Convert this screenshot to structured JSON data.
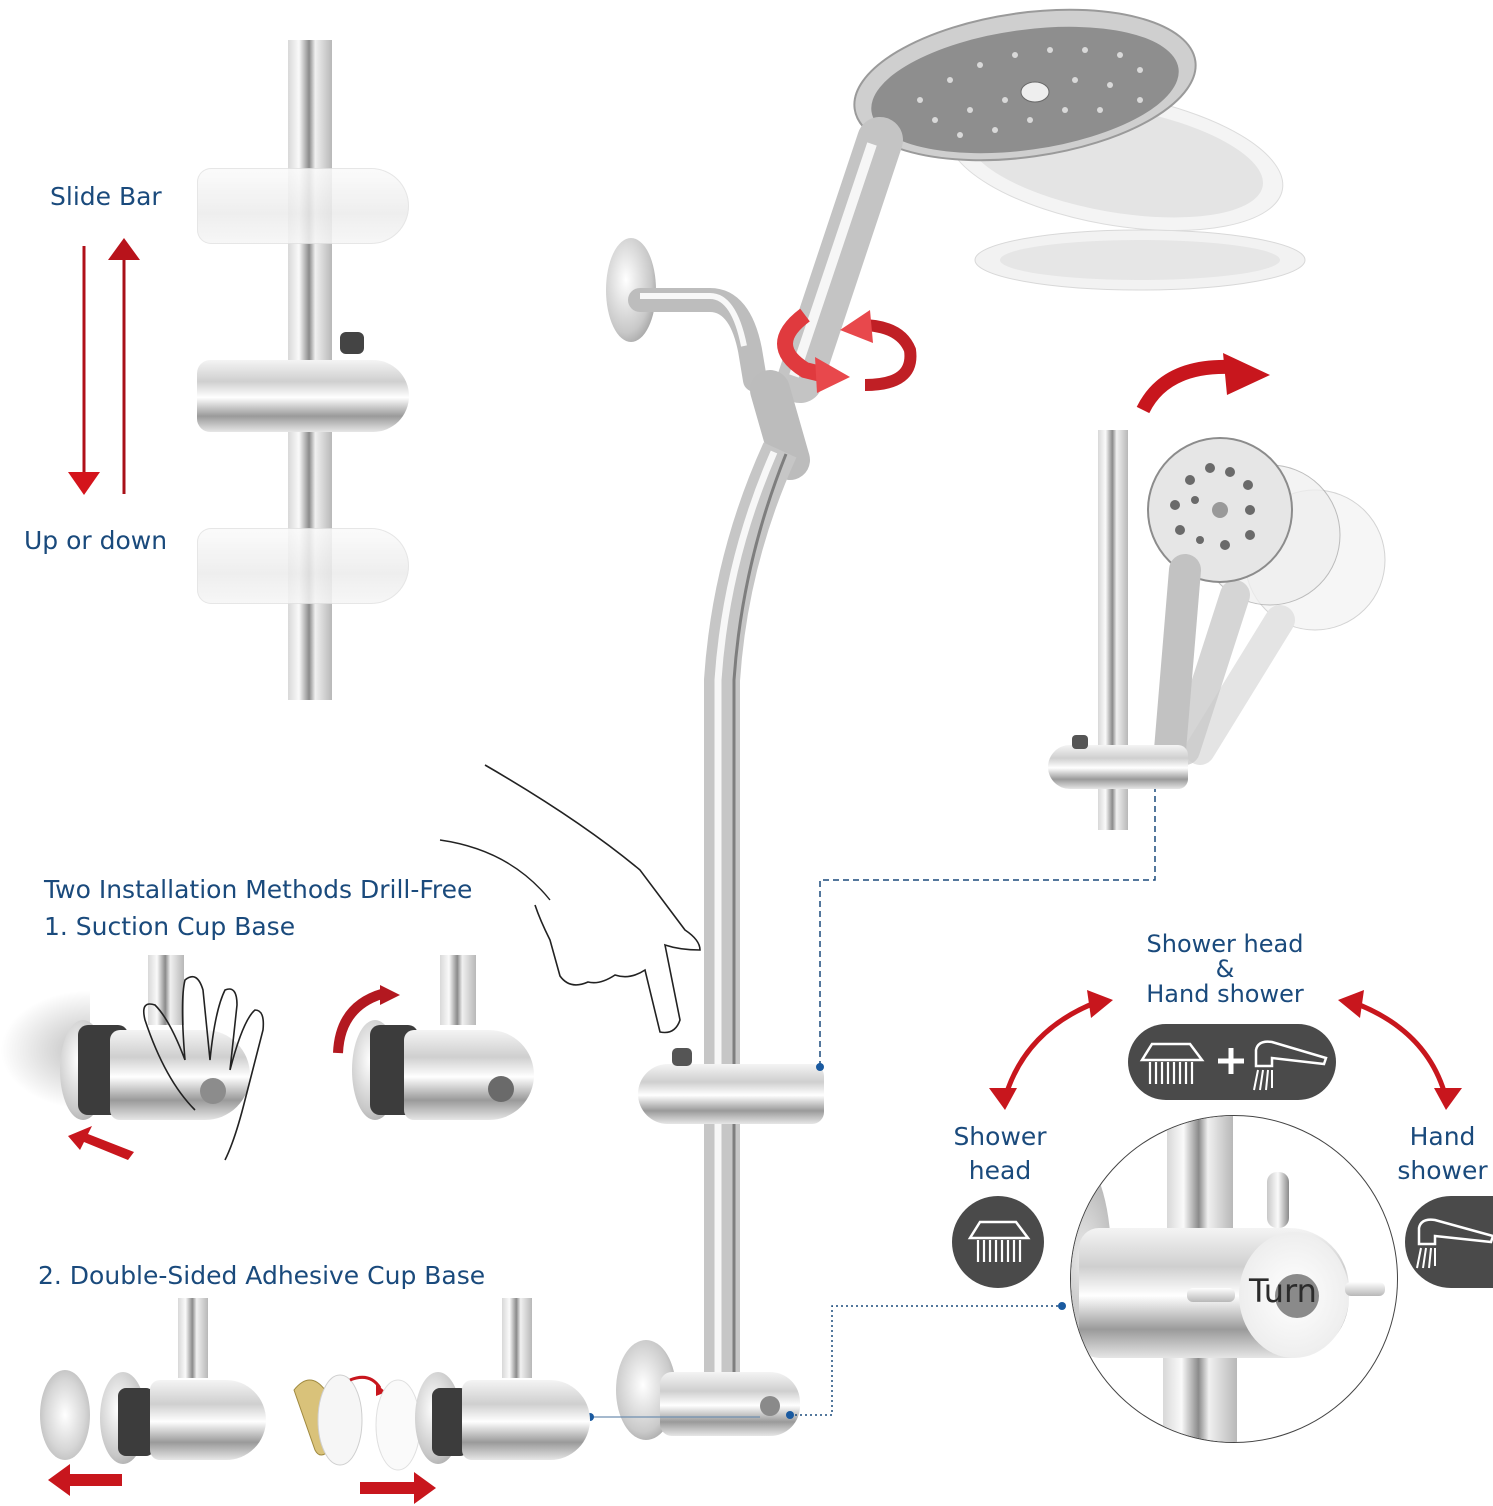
{
  "colors": {
    "label_text": "#1a4a7c",
    "arrow_red": "#c8161d",
    "icon_bg": "#4a4a4a",
    "callout_line": "#1a4a7c",
    "chrome_light": "#f4f4f4",
    "chrome_dark": "#8a8a8a"
  },
  "slide_bar": {
    "title": "Slide Bar",
    "caption": "Up or down",
    "arrows": [
      "arrow-down-icon",
      "arrow-up-icon"
    ]
  },
  "installation": {
    "heading": "Two Installation Methods Drill-Free",
    "method_1": "1. Suction Cup Base",
    "method_2": "2. Double-Sided Adhesive Cup Base"
  },
  "diverter": {
    "top_label_line1": "Shower head",
    "top_label_amp": "&",
    "top_label_line2": "Hand shower",
    "left_label_line1": "Shower",
    "left_label_line2": "head",
    "right_label_line1": "Hand",
    "right_label_line2": "shower",
    "knob_text": "Turn",
    "icons": {
      "combined": [
        "shower-head-icon",
        "plus-icon",
        "hand-shower-icon"
      ],
      "left": "shower-head-icon",
      "right": "hand-shower-icon"
    }
  }
}
